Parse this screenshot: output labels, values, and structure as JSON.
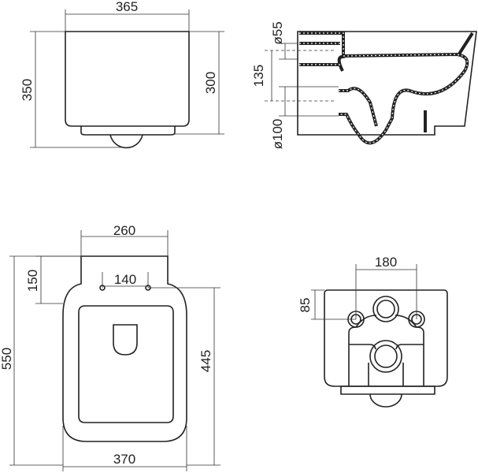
{
  "front_view": {
    "width": "365",
    "height_total": "350",
    "height_body": "300"
  },
  "side_view": {
    "inlet_diameter": "ø55",
    "inlet_to_outlet": "135",
    "outlet_diameter": "ø100"
  },
  "top_view": {
    "tank_width": "260",
    "holes_offset": "150",
    "holes_spacing": "140",
    "length_total": "550",
    "seat_length": "445",
    "width": "370"
  },
  "back_view": {
    "bolt_spacing": "180",
    "bolt_height": "85"
  },
  "colors": {
    "line": "#222222",
    "background": "#ffffff"
  }
}
